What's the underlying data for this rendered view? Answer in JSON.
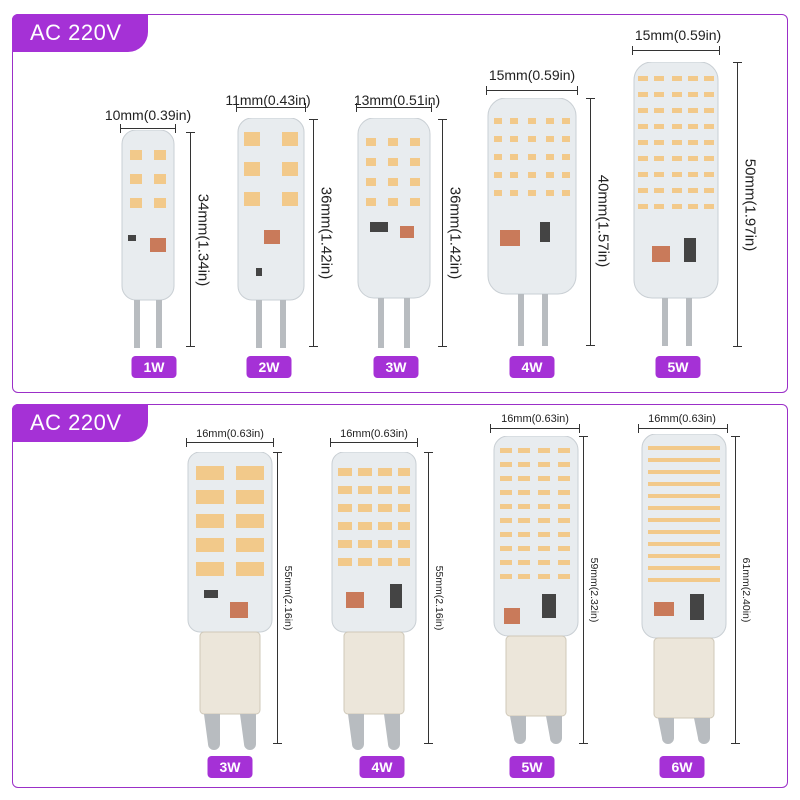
{
  "sections": [
    {
      "voltage": "AC 220V",
      "bulbs": [
        {
          "watt": "1W",
          "width_label": "10mm(0.39in)",
          "height_label": "34mm(1.34in)"
        },
        {
          "watt": "2W",
          "width_label": "11mm(0.43in)",
          "height_label": "36mm(1.42in)"
        },
        {
          "watt": "3W",
          "width_label": "13mm(0.51in)",
          "height_label": "36mm(1.42in)"
        },
        {
          "watt": "4W",
          "width_label": "15mm(0.59in)",
          "height_label": "40mm(1.57in)"
        },
        {
          "watt": "5W",
          "width_label": "15mm(0.59in)",
          "height_label": "50mm(1.97in)"
        }
      ]
    },
    {
      "voltage": "AC 220V",
      "bulbs": [
        {
          "watt": "3W",
          "width_label": "16mm(0.63in)",
          "height_label": "55mm(2.16in)"
        },
        {
          "watt": "4W",
          "width_label": "16mm(0.63in)",
          "height_label": "55mm(2.16in)"
        },
        {
          "watt": "5W",
          "width_label": "16mm(0.63in)",
          "height_label": "59mm(2.32in)"
        },
        {
          "watt": "6W",
          "width_label": "16mm(0.63in)",
          "height_label": "61mm(2.40in)"
        }
      ]
    }
  ],
  "colors": {
    "accent": "#a531d6",
    "led": "#f2c98a",
    "silicone": "#e8ecef",
    "ceramic": "#ece6da"
  }
}
